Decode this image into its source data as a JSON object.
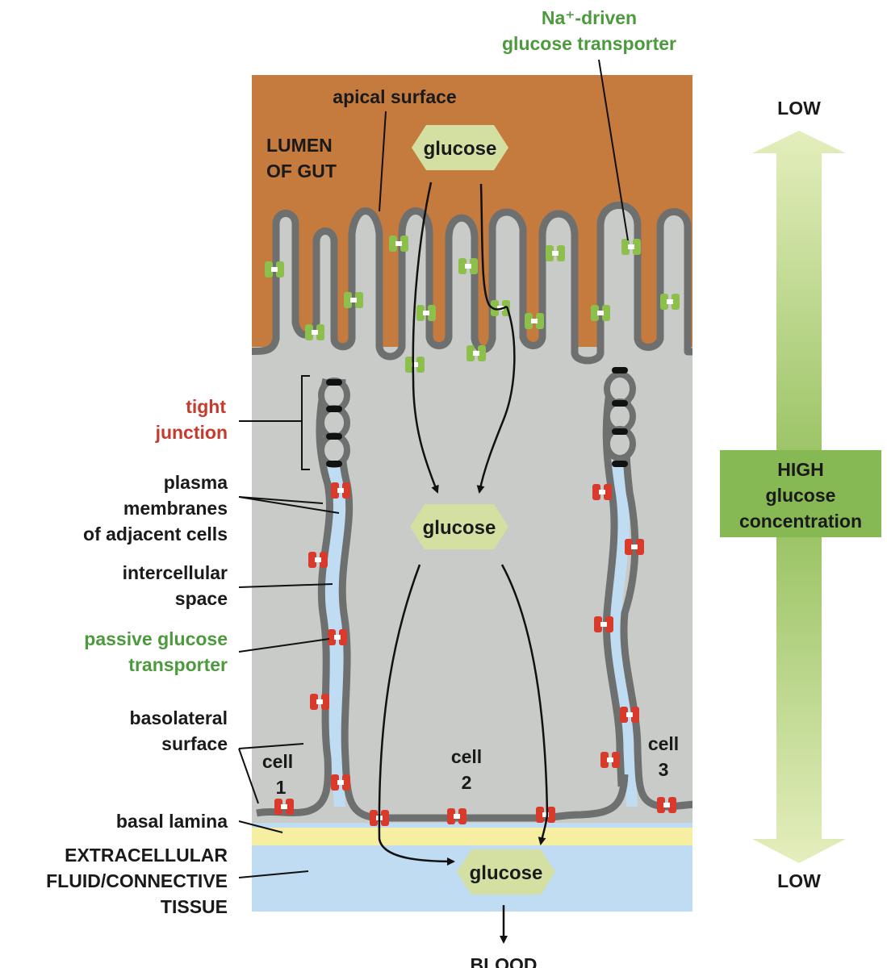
{
  "labels": {
    "na_driven_line1": "Na⁺-driven",
    "na_driven_line2": "glucose transporter",
    "apical_surface": "apical surface",
    "lumen_line1": "LUMEN",
    "lumen_line2": "OF GUT",
    "tight_line1": "tight",
    "tight_line2": "junction",
    "plasma_line1": "plasma",
    "plasma_line2": "membranes",
    "plasma_line3": "of adjacent cells",
    "intercellular_line1": "intercellular",
    "intercellular_line2": "space",
    "passive_line1": "passive glucose",
    "passive_line2": "transporter",
    "basolateral_line1": "basolateral",
    "basolateral_line2": "surface",
    "basal_lamina": "basal lamina",
    "ecf_line1": "EXTRACELLULAR",
    "ecf_line2": "FLUID/CONNECTIVE",
    "ecf_line3": "TISSUE",
    "blood": "BLOOD",
    "cell1_word": "cell",
    "cell1_num": "1",
    "cell2_word": "cell",
    "cell2_num": "2",
    "cell3_word": "cell",
    "cell3_num": "3"
  },
  "glucose_labels": {
    "lumen": "glucose",
    "cell": "glucose",
    "ecf": "glucose"
  },
  "gradient": {
    "top_label": "LOW",
    "middle_line1": "HIGH",
    "middle_line2": "glucose",
    "middle_line3": "concentration",
    "bottom_label": "LOW"
  },
  "colors": {
    "lumen": "#c57a3e",
    "cytoplasm": "#c9cbc8",
    "membrane": "#6e6f6f",
    "intercellular": "#bfdcf2",
    "basal_lamina": "#f6eea0",
    "nucleus": "#9b7565",
    "glucose_pill": "#d3e0a2",
    "na_transporter": "#8cbf4c",
    "passive_transporter": "#d83a2c",
    "gradient_arrow": "#b3cf7a",
    "gradient_box": "#86b854"
  }
}
